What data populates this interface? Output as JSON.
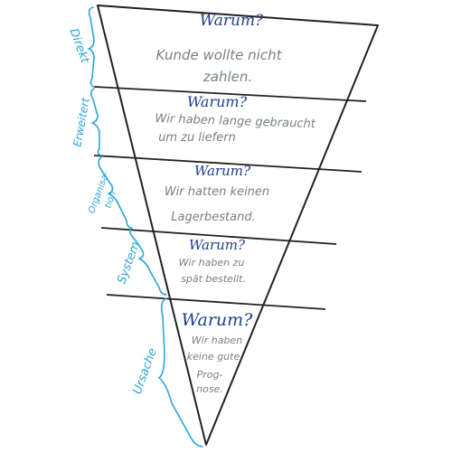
{
  "colors": {
    "outline": "#222222",
    "question": "#1e3f8c",
    "answer": "#7a7f86",
    "bracket": "#2aa6d6"
  },
  "levels": [
    {
      "label": "Direkt",
      "question": "Warum?",
      "answer_lines": [
        "Kunde wollte nicht",
        "zahlen."
      ]
    },
    {
      "label": "Erweitert",
      "question": "Warum?",
      "answer_lines": [
        "Wir haben lange gebraucht",
        "um zu liefern"
      ]
    },
    {
      "label_lines": [
        "Organisa-",
        "tion"
      ],
      "question": "Warum?",
      "answer_lines": [
        "Wir hatten keinen",
        "Lagerbestand."
      ]
    },
    {
      "label": "System",
      "question": "Warum?",
      "answer_lines": [
        "Wir haben zu",
        "spät bestellt."
      ]
    },
    {
      "label": "Ursache",
      "question": "Warum?",
      "answer_lines": [
        "Wir haben",
        "keine gute",
        "Prog-",
        "nose."
      ]
    }
  ]
}
